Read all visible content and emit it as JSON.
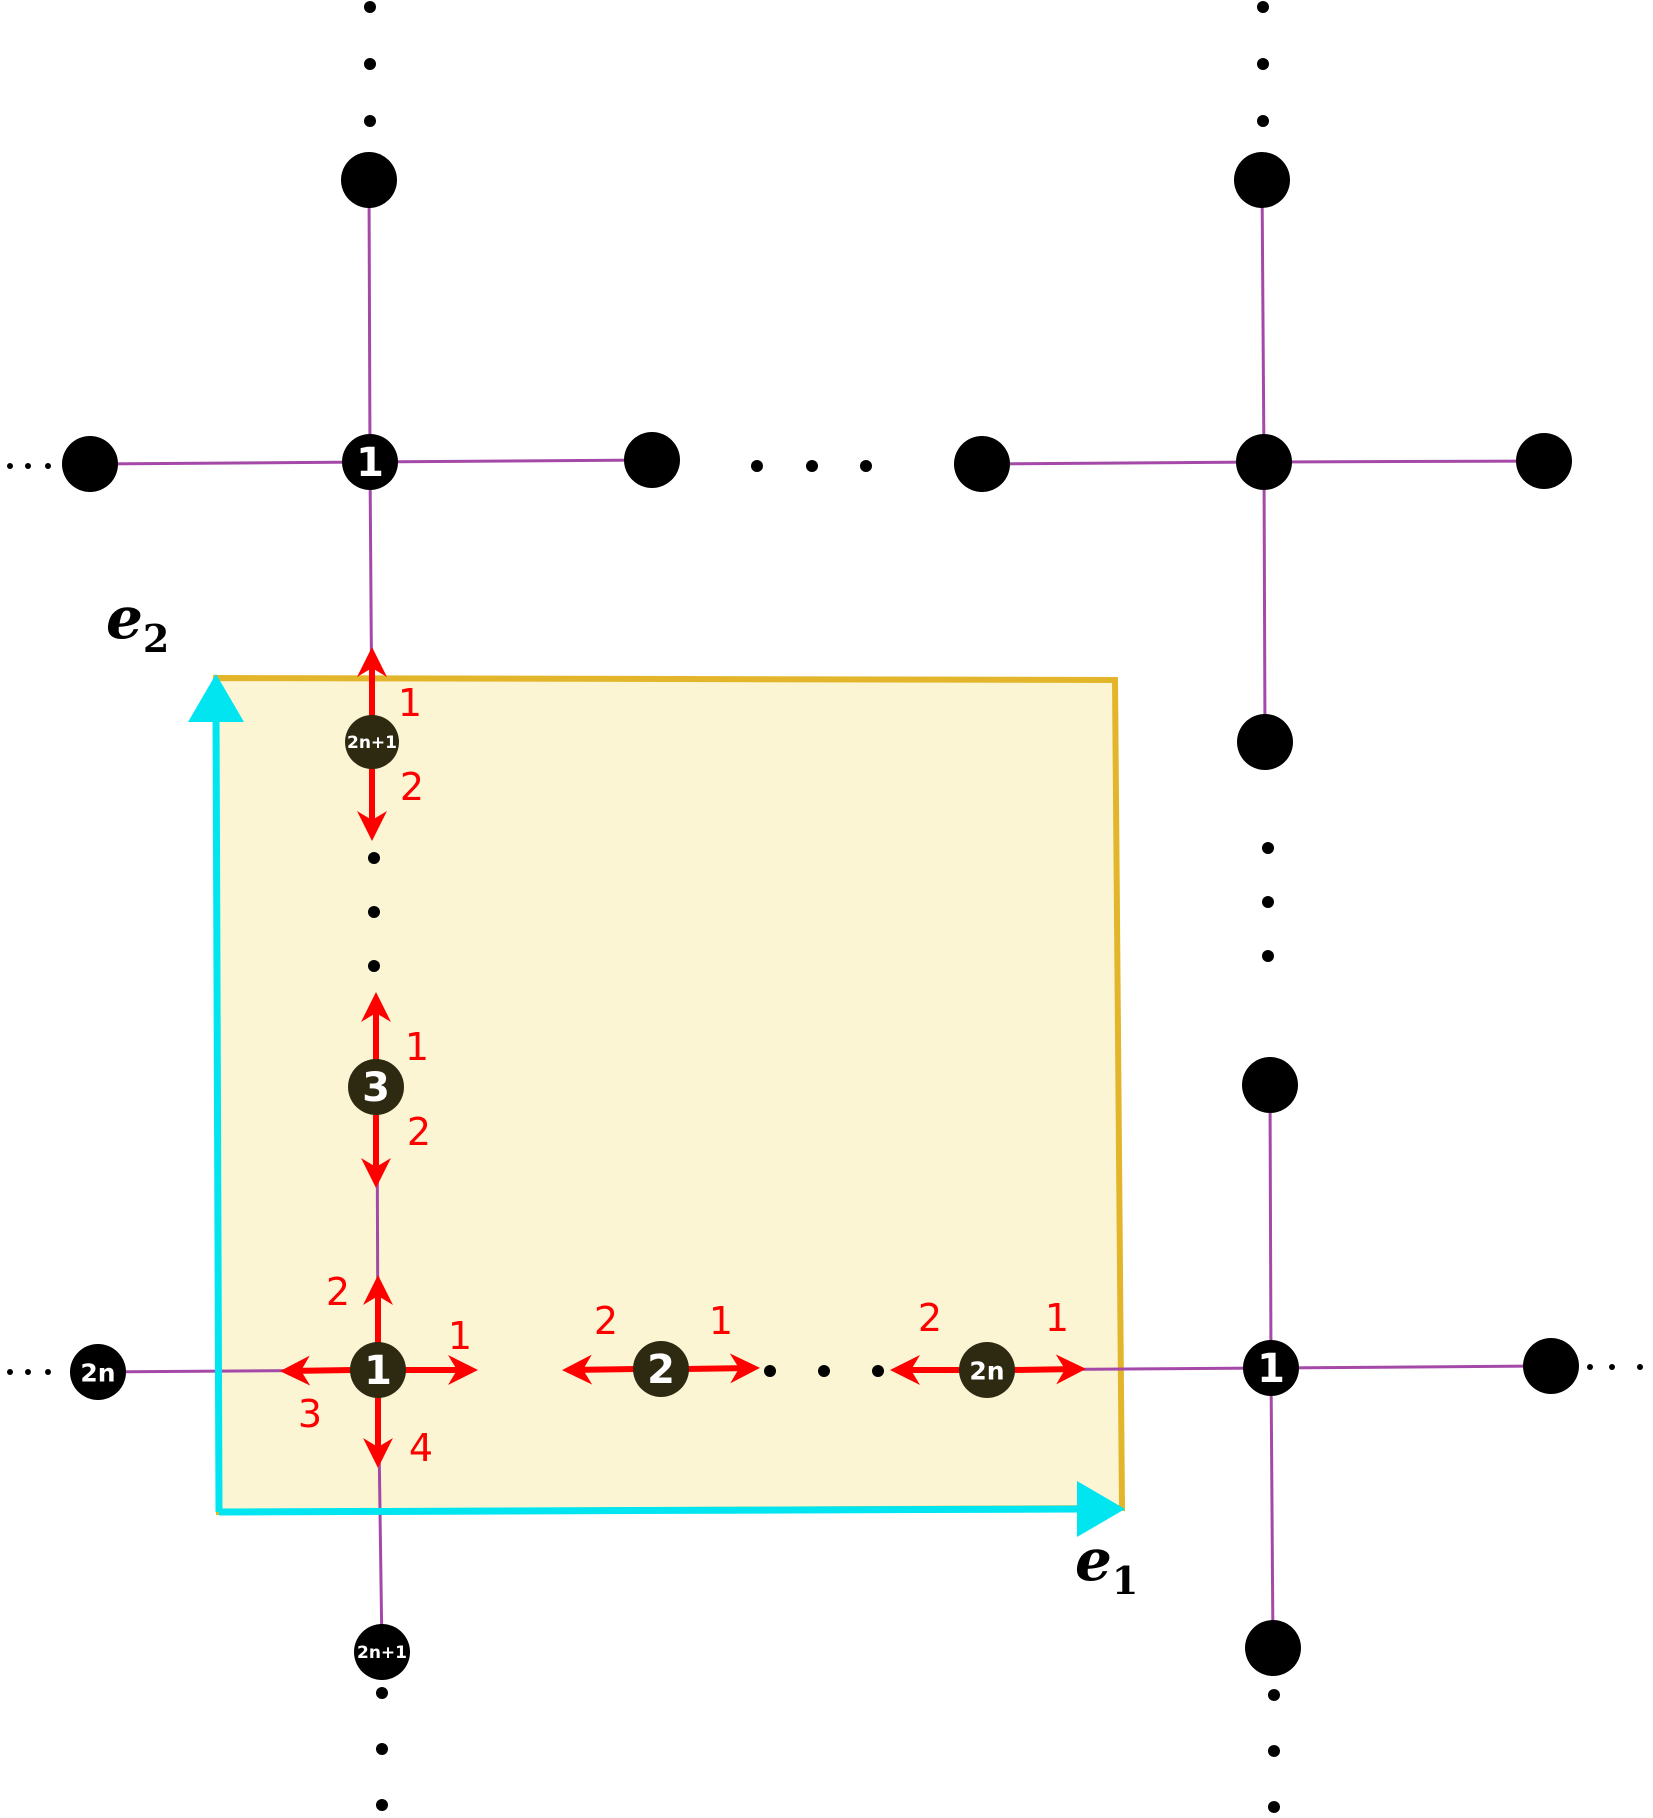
{
  "colors": {
    "cell_fill": "#fbf5d4",
    "cell_border": "#e3b52a",
    "axis": "#00e5f0",
    "bond": "#a449a8",
    "arrow": "#ff0000",
    "node_dark": "#2e2a12",
    "node_black": "#000000"
  },
  "axes": {
    "e1": {
      "base": "e",
      "sub": "1"
    },
    "e2": {
      "base": "e",
      "sub": "2"
    }
  },
  "node_labels": {
    "n1_top": "1",
    "n1_cell": "1",
    "n2_cell": "2",
    "n3_cell": "3",
    "n2n_cell": "2n",
    "n2n1_cell": "2n+1",
    "n2n_left": "2n",
    "n1_right": "1",
    "n2n1_bottom": "2n+1"
  },
  "port_labels": {
    "top_up": "1",
    "top_down": "2",
    "n3_up": "1",
    "n3_down": "2",
    "n1_up": "2",
    "n1_right": "1",
    "n1_left": "3",
    "n1_down": "4",
    "n2_left": "2",
    "n2_right": "1",
    "n2n_left": "2",
    "n2n_right": "1"
  }
}
